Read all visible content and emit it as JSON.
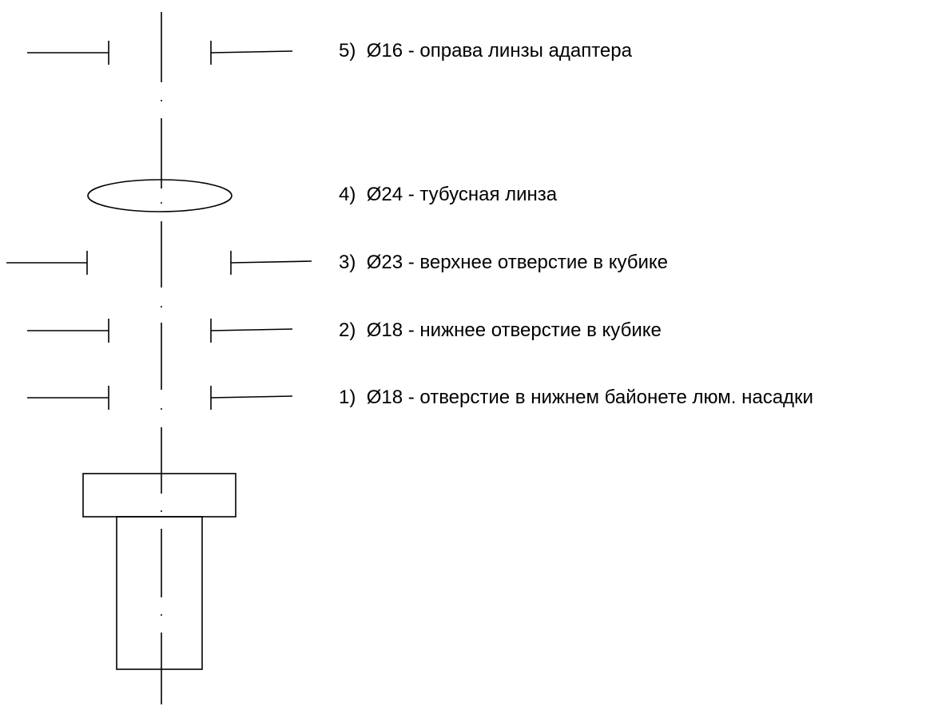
{
  "labels": [
    {
      "number": "5)",
      "text": "Ø16 - оправа линзы адаптера"
    },
    {
      "number": "4)",
      "text": "Ø24 - тубусная линза"
    },
    {
      "number": "3)",
      "text": "Ø23 - верхнее отверстие в кубике"
    },
    {
      "number": "2)",
      "text": "Ø18 - нижнее отверстие в кубике"
    },
    {
      "number": "1)",
      "text": "Ø18 - отверстие в нижнем байонете люм. насадки"
    }
  ]
}
